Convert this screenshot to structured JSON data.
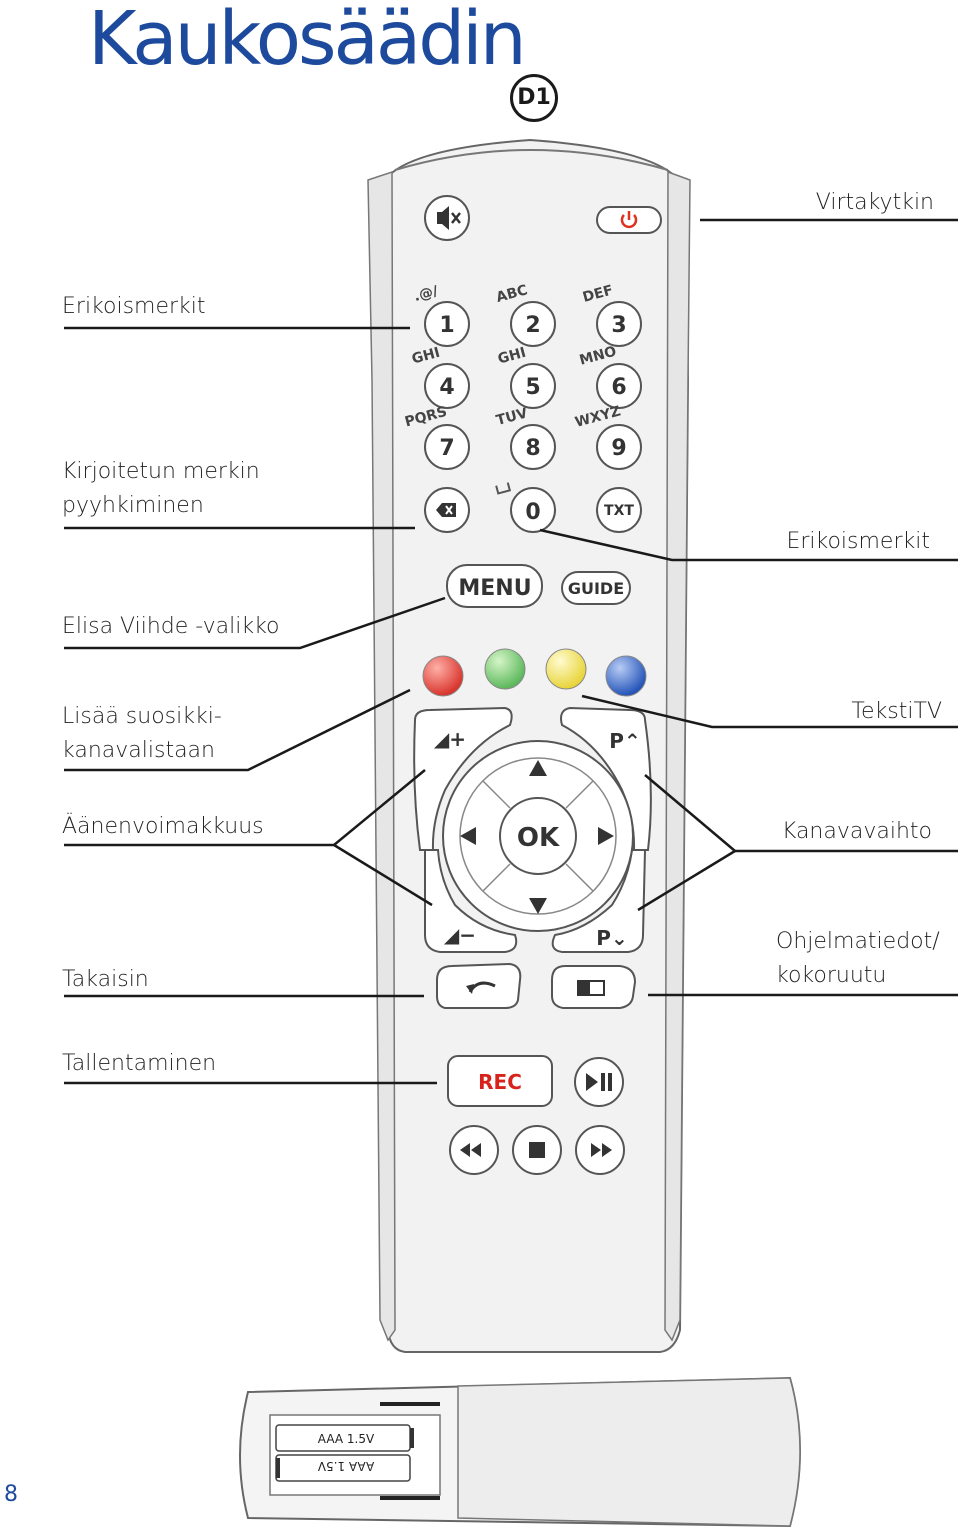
{
  "page": {
    "title": "Kaukosäädin",
    "code": "D1",
    "page_number": "8"
  },
  "labels": {
    "power": "Virtakytkin",
    "special_chars_left": "Erikoismerkit",
    "delete_line1": "Kirjoitetun merkin",
    "delete_line2": "pyyhkiminen",
    "special_chars_right": "Erikoismerkit",
    "menu": "Elisa Viihde -valikko",
    "favorites_line1": "Lisää suosikki-",
    "favorites_line2": "kanavalistaan",
    "teletext": "TekstiTV",
    "volume": "Äänenvoimakkuus",
    "channel": "Kanavavaihto",
    "back": "Takaisin",
    "epg_line1": "Ohjelmatiedot/",
    "epg_line2": "kokoruutu",
    "record": "Tallentaminen"
  },
  "remote": {
    "digits": [
      {
        "num": "1",
        "letters": ".@/"
      },
      {
        "num": "2",
        "letters": "ABC"
      },
      {
        "num": "3",
        "letters": "DEF"
      },
      {
        "num": "4",
        "letters": "GHI"
      },
      {
        "num": "5",
        "letters": "GHI"
      },
      {
        "num": "6",
        "letters": "MNO"
      },
      {
        "num": "7",
        "letters": "PQRS"
      },
      {
        "num": "8",
        "letters": "TUV"
      },
      {
        "num": "9",
        "letters": "WXYZ"
      }
    ],
    "zero": "0",
    "txt": "TXT",
    "menu": "MENU",
    "guide": "GUIDE",
    "ok": "OK",
    "vol_up": "◢+",
    "vol_down": "◢−",
    "ch_up": "P⌃",
    "ch_down": "P⌄",
    "rec": "REC",
    "battery_1": "AAA 1.5V",
    "battery_2": "AAA 1.5V",
    "colors": {
      "red": "#d8342c",
      "green": "#5cb85c",
      "yellow": "#e8d43a",
      "blue": "#2454b8",
      "power_red": "#e0301e",
      "rec_red": "#d8231c",
      "title_blue": "#1d4a9c"
    }
  }
}
